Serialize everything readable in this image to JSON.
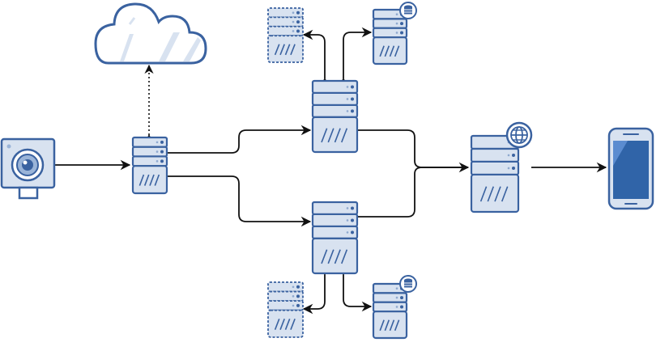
{
  "colors": {
    "stroke": "#3a62a0",
    "fill": "#d8e2f0",
    "accent": "#5b8cd0",
    "dark": "#3064a8",
    "line": "#111111",
    "background": "#ffffff"
  },
  "nodes": [
    {
      "id": "camera",
      "icon": "webcam-icon"
    },
    {
      "id": "cloud",
      "icon": "cloud-icon"
    },
    {
      "id": "gateway-server",
      "icon": "server-icon"
    },
    {
      "id": "top-server",
      "icon": "server-icon"
    },
    {
      "id": "bottom-server",
      "icon": "server-icon"
    },
    {
      "id": "top-backup-server",
      "icon": "server-icon",
      "style": "dashed"
    },
    {
      "id": "top-database-server",
      "icon": "database-server-icon"
    },
    {
      "id": "bottom-backup-server",
      "icon": "server-icon",
      "style": "dashed"
    },
    {
      "id": "bottom-database-server",
      "icon": "database-server-icon"
    },
    {
      "id": "web-server",
      "icon": "web-server-icon"
    },
    {
      "id": "mobile-phone",
      "icon": "smartphone-icon"
    }
  ],
  "edges": [
    {
      "from": "camera",
      "to": "gateway-server",
      "style": "solid",
      "direction": "forward"
    },
    {
      "from": "gateway-server",
      "to": "cloud",
      "style": "dotted",
      "direction": "both"
    },
    {
      "from": "gateway-server",
      "to": "top-server",
      "style": "solid",
      "direction": "forward"
    },
    {
      "from": "gateway-server",
      "to": "bottom-server",
      "style": "solid",
      "direction": "forward"
    },
    {
      "from": "top-server",
      "to": "top-backup-server",
      "style": "solid",
      "direction": "both"
    },
    {
      "from": "top-server",
      "to": "top-database-server",
      "style": "solid",
      "direction": "both"
    },
    {
      "from": "bottom-server",
      "to": "bottom-backup-server",
      "style": "solid",
      "direction": "both"
    },
    {
      "from": "bottom-server",
      "to": "bottom-database-server",
      "style": "solid",
      "direction": "both"
    },
    {
      "from": "top-server",
      "to": "web-server",
      "style": "solid",
      "direction": "forward"
    },
    {
      "from": "bottom-server",
      "to": "web-server",
      "style": "solid",
      "direction": "forward"
    },
    {
      "from": "web-server",
      "to": "mobile-phone",
      "style": "solid",
      "direction": "forward"
    }
  ]
}
